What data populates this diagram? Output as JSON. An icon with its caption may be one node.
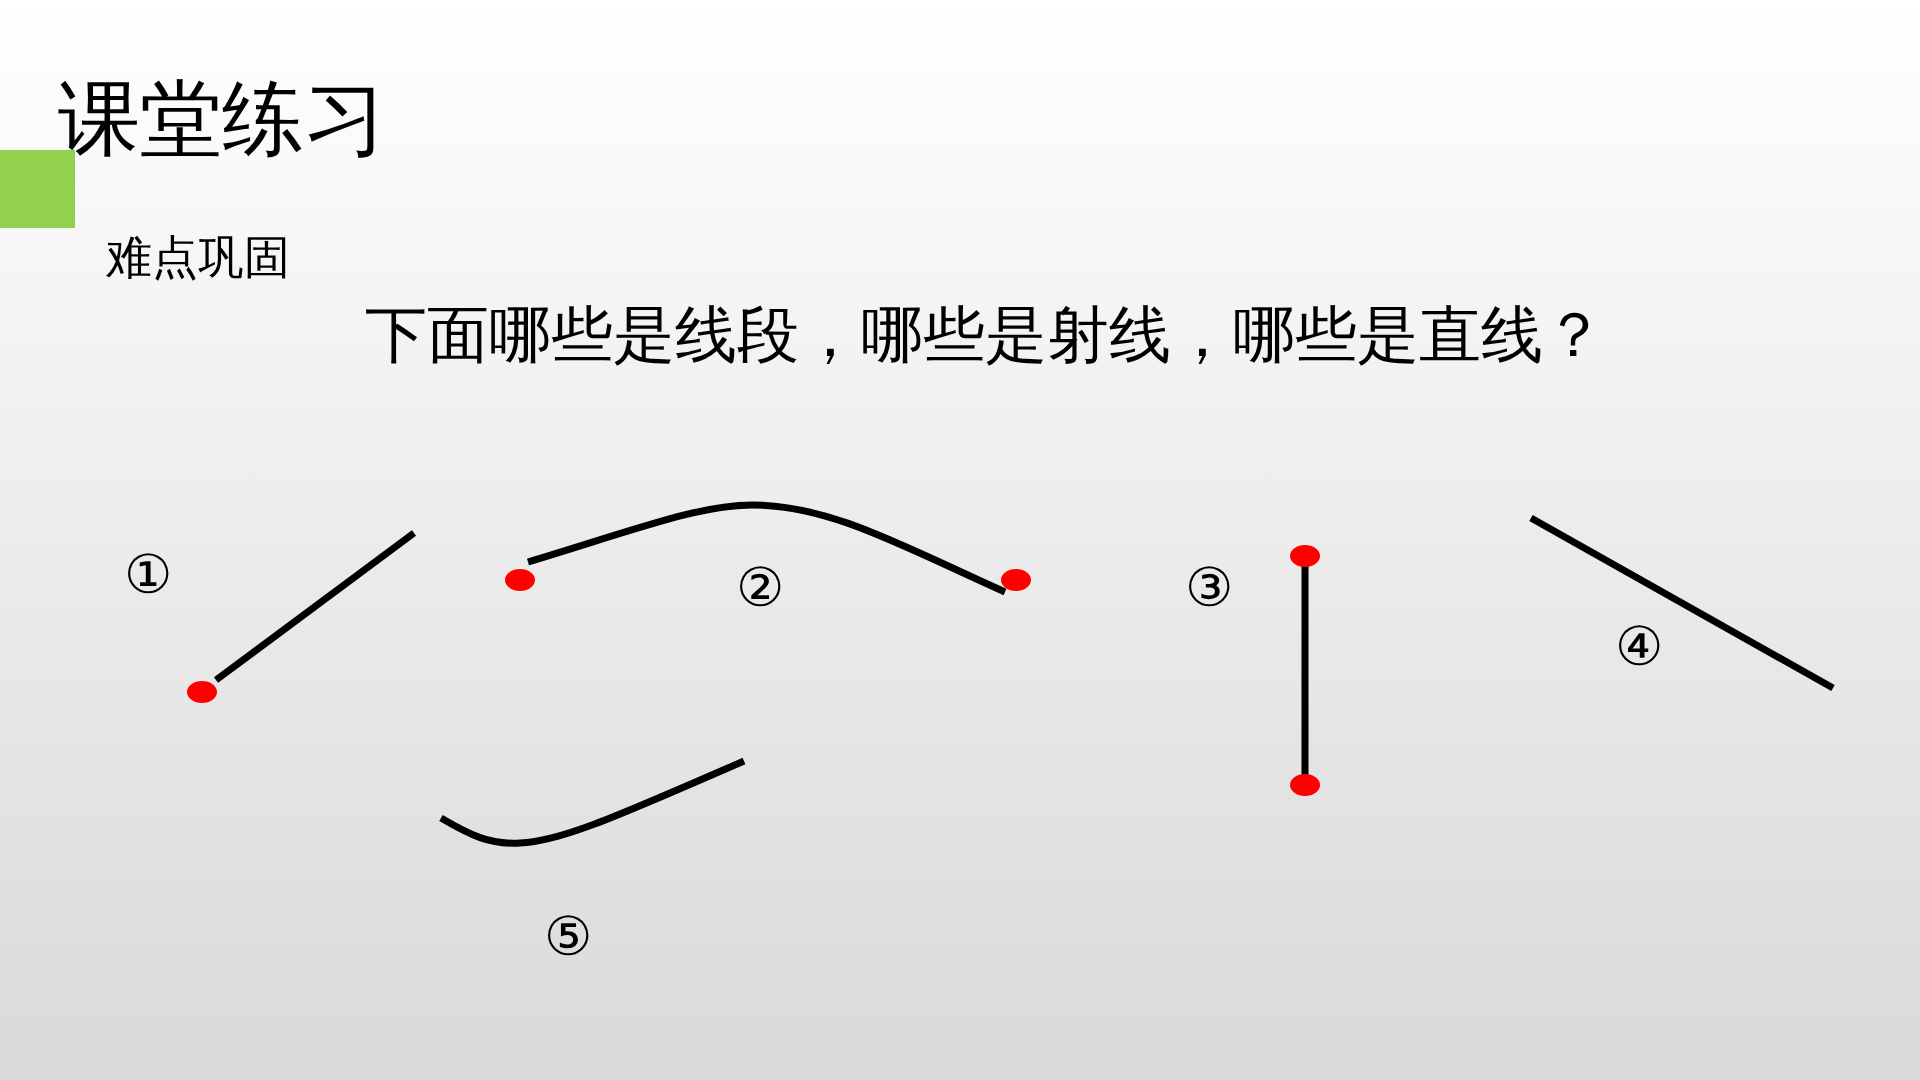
{
  "diagram": {
    "title": "课堂练习",
    "labels": [
      "难点巩固",
      "下面哪些是线段，哪些是射线，哪些是直线？",
      "①",
      "②",
      "③",
      "④",
      "⑤"
    ]
  }
}
